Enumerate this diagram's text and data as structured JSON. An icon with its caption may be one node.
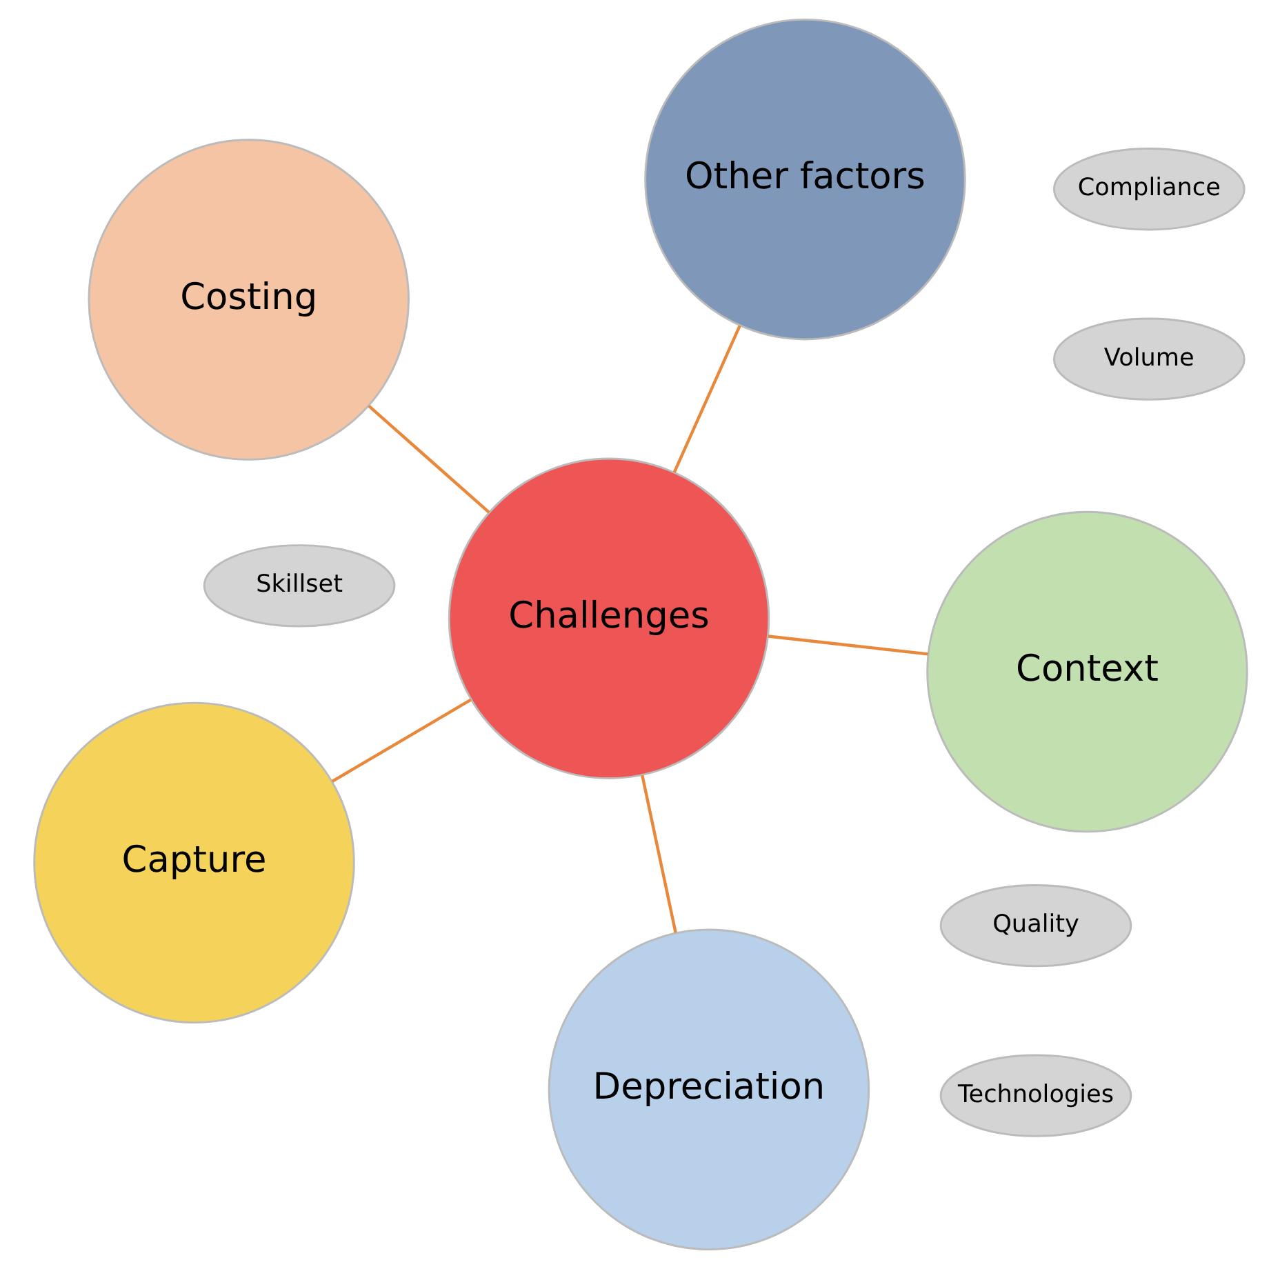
{
  "diagram": {
    "nodes": [
      {
        "text": [
          "Costing"
        ]
      },
      {
        "text": [
          "Context"
        ]
      },
      {
        "text": [
          "Depreciation"
        ]
      },
      {
        "text": [
          "Challenges"
        ]
      },
      {
        "text": [
          "Quality"
        ]
      },
      {
        "text": [
          "Volume"
        ]
      },
      {
        "text": [
          "Other factors"
        ]
      },
      {
        "text": [
          "Capture"
        ]
      },
      {
        "text": [
          "Compliance"
        ]
      },
      {
        "text": [
          "Skillset"
        ]
      },
      {
        "text": [
          "Technologies"
        ]
      }
    ],
    "edges": [
      {
        "from": 3,
        "to": 0,
        "arrow": "none"
      },
      {
        "from": 3,
        "to": 1,
        "arrow": "none"
      },
      {
        "from": 3,
        "to": 2,
        "arrow": "none"
      },
      {
        "from": 3,
        "to": 7,
        "arrow": "none"
      },
      {
        "from": 3,
        "to": 6,
        "arrow": "none"
      }
    ]
  }
}
